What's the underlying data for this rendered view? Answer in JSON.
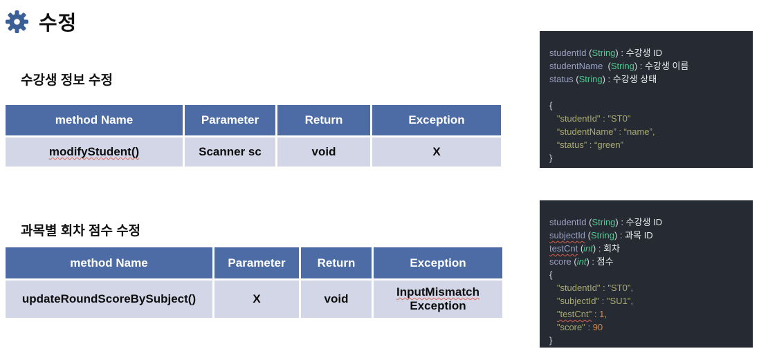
{
  "page": {
    "title": "수정",
    "title_icon": "gear-icon"
  },
  "colors": {
    "table_header_blue": "#4D6CA6",
    "table_row_lavender": "#D3D6E7",
    "code_background": "#262B33",
    "identifier_periwinkle": "#9AA0C2",
    "type_green": "#4EC98F",
    "json_string_olive": "#A9AA70",
    "number_orange": "#D2884F",
    "gear_blue": "#3B5E95",
    "spellcheck_red": "#D95F4D"
  },
  "sections": [
    {
      "heading": "수강생 정보 수정",
      "table": {
        "headers": [
          "method Name",
          "Parameter",
          "Return",
          "Exception"
        ],
        "row": [
          [
            {
              "t": "modifyStudent()",
              "c": "wvd"
            }
          ],
          [
            {
              "t": "Scanner sc"
            }
          ],
          [
            {
              "t": "void"
            }
          ],
          [
            {
              "t": "X"
            }
          ]
        ]
      }
    },
    {
      "heading": "과목별 회차 점수 수정",
      "table": {
        "headers": [
          "method Name",
          "Parameter",
          "Return",
          "Exception"
        ],
        "row": [
          [
            {
              "t": "updateRoundScoreBySubject()"
            }
          ],
          [
            {
              "t": "X"
            }
          ],
          [
            {
              "t": "void"
            }
          ],
          [
            {
              "t": "InputMismatch",
              "c": "wvd blk"
            },
            {
              "t": "Exception",
              "c": "blk"
            }
          ]
        ]
      }
    }
  ],
  "code_blocks": [
    {
      "lines": [
        [
          {
            "t": "studentId ",
            "c": "id"
          },
          {
            "t": "(",
            "c": "pr"
          },
          {
            "t": "String",
            "c": "ty"
          },
          {
            "t": ") : ",
            "c": "pr"
          },
          {
            "t": "수강생 ID",
            "c": "pl"
          }
        ],
        [
          {
            "t": "studentName  ",
            "c": "id"
          },
          {
            "t": "(",
            "c": "pr"
          },
          {
            "t": "String",
            "c": "ty"
          },
          {
            "t": ") : ",
            "c": "pr"
          },
          {
            "t": "수강생 이름",
            "c": "pl"
          }
        ],
        [
          {
            "t": "status ",
            "c": "id"
          },
          {
            "t": "(",
            "c": "pr"
          },
          {
            "t": "String",
            "c": "ty"
          },
          {
            "t": ") : ",
            "c": "pr"
          },
          {
            "t": "수강생 상태",
            "c": "pl"
          }
        ],
        [],
        [
          {
            "t": "{",
            "c": "pr"
          }
        ],
        [
          {
            "t": "   \"studentId\" : \"ST0\"",
            "c": "st"
          }
        ],
        [
          {
            "t": "   “studentName” : “name”,",
            "c": "st"
          }
        ],
        [
          {
            "t": "   “status” : “green”",
            "c": "st"
          }
        ],
        [
          {
            "t": "}",
            "c": "pr"
          }
        ]
      ]
    },
    {
      "lines": [
        [
          {
            "t": "studentId ",
            "c": "id"
          },
          {
            "t": "(",
            "c": "pr"
          },
          {
            "t": "String",
            "c": "ty"
          },
          {
            "t": ") : ",
            "c": "pr"
          },
          {
            "t": "수강생 ID",
            "c": "pl"
          }
        ],
        [
          {
            "t": "subjectId",
            "c": "id wv"
          },
          {
            "t": " ",
            "c": "id"
          },
          {
            "t": "(",
            "c": "pr"
          },
          {
            "t": "String",
            "c": "ty"
          },
          {
            "t": ") : ",
            "c": "pr"
          },
          {
            "t": "과목 ID",
            "c": "pl"
          }
        ],
        [
          {
            "t": "testCnt",
            "c": "id wv"
          },
          {
            "t": " ",
            "c": "id"
          },
          {
            "t": "(",
            "c": "pr"
          },
          {
            "t": "int",
            "c": "tyi"
          },
          {
            "t": ") : ",
            "c": "pr"
          },
          {
            "t": "회차",
            "c": "pl"
          }
        ],
        [
          {
            "t": "score ",
            "c": "id"
          },
          {
            "t": "(",
            "c": "pr"
          },
          {
            "t": "int",
            "c": "tyi"
          },
          {
            "t": ") : ",
            "c": "pr"
          },
          {
            "t": "점수",
            "c": "pl"
          }
        ],
        [
          {
            "t": "{",
            "c": "pr"
          }
        ],
        [
          {
            "t": "   \"studentId\" : \"ST0\",",
            "c": "st"
          }
        ],
        [
          {
            "t": "   \"subjectId\" : \"SU1\",",
            "c": "st"
          }
        ],
        [
          {
            "t": "   ",
            "c": "st"
          },
          {
            "t": "\"testCnt\"",
            "c": "st wv"
          },
          {
            "t": " : ",
            "c": "st"
          },
          {
            "t": "1",
            "c": "nu"
          },
          {
            "t": ",",
            "c": "st"
          }
        ],
        [
          {
            "t": "   \"score\" : ",
            "c": "st"
          },
          {
            "t": "90",
            "c": "nu"
          }
        ],
        [
          {
            "t": "}",
            "c": "pr"
          }
        ]
      ]
    }
  ]
}
